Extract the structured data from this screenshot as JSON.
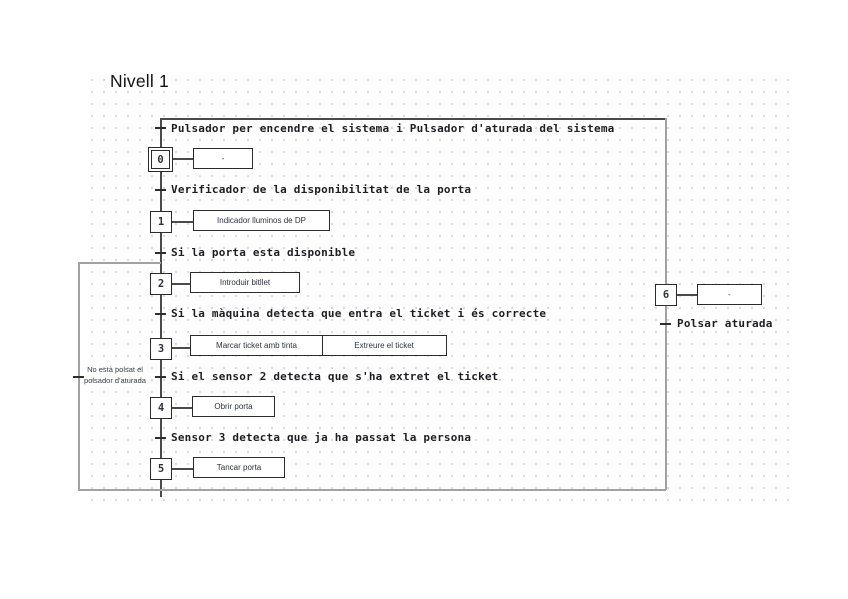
{
  "title": "Nivell 1",
  "steps": [
    {
      "num": "0",
      "actions": [
        "-"
      ]
    },
    {
      "num": "1",
      "actions": [
        "Indicador lluminos de DP"
      ]
    },
    {
      "num": "2",
      "actions": [
        "Introduir bitllet"
      ]
    },
    {
      "num": "3",
      "actions": [
        "Marcar ticket amb tinta",
        "Extreure el ticket"
      ]
    },
    {
      "num": "4",
      "actions": [
        "Obrir porta"
      ]
    },
    {
      "num": "5",
      "actions": [
        "Tancar porta"
      ]
    },
    {
      "num": "6",
      "actions": [
        "-"
      ]
    }
  ],
  "transitions": [
    {
      "label": "Pulsador per encendre el sistema i Pulsador d'aturada del sistema"
    },
    {
      "label": "Verificador de la disponibilitat de la porta"
    },
    {
      "label": "Si la porta esta disponible"
    },
    {
      "label": "Si la màquina detecta que entra el ticket i és correcte"
    },
    {
      "label": "Si el sensor 2 detecta que s'ha extret el ticket"
    },
    {
      "label": "Sensor 3 detecta que ja ha passat la persona"
    },
    {
      "label": "No està polsat el polsador d'aturada"
    },
    {
      "label": "Polsar aturada"
    }
  ],
  "colors": {
    "line_main": "#4a4a4a",
    "line_loop": "#a2a2a2",
    "text": "#1f1f23"
  }
}
